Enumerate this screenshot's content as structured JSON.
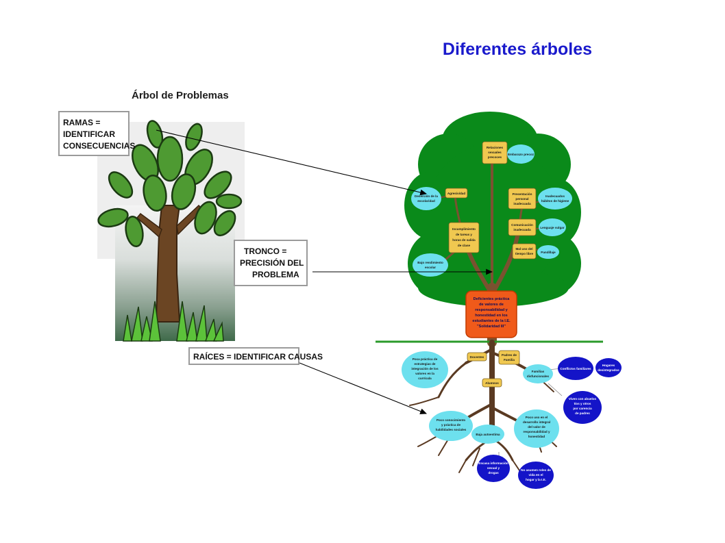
{
  "title": "Diferentes árboles",
  "left_tree": {
    "heading": "Árbol de Problemas",
    "ramas": [
      "RAMAS =",
      "IDENTIFICAR",
      "CONSECUENCIAS"
    ],
    "tronco": [
      "TRONCO =",
      "PRECISIÓN DEL",
      "PROBLEMA"
    ],
    "raices": "RAÍCES = IDENTIFICAR CAUSAS"
  },
  "right_tree": {
    "core": [
      "Deficientes práctica",
      "de valores de",
      "responsabilidad y",
      "honestidad en los",
      "estudiantes de la I.E.",
      "\"Solidaridad III\""
    ],
    "crown_nodes": [
      [
        "Relaciones",
        "sexuales",
        "precoces"
      ],
      [
        "Embarazo precoz"
      ],
      [
        "Agresividad"
      ],
      [
        "Deserción de la",
        "escolaridad"
      ],
      [
        "Presentación",
        "personal",
        "inadecuada"
      ],
      [
        "Inadecuados",
        "hábitos de higiene"
      ],
      [
        "Incumplimiento",
        "de tareas y",
        "horas de salida",
        "de clase"
      ],
      [
        "Comunicación",
        "inadecuada"
      ],
      [
        "Lenguaje vulgar"
      ],
      [
        "Mal uso del",
        "tiempo libre"
      ],
      [
        "Pandillaje"
      ],
      [
        "Bajo rendimiento",
        "escolar"
      ]
    ],
    "root_nodes": [
      [
        "Poca práctica de",
        "estrategias de",
        "integración de los",
        "valores en la",
        "currícula"
      ],
      [
        "Docentes"
      ],
      [
        "Padres de",
        "Familia"
      ],
      [
        "Familias",
        "disfuncionales"
      ],
      [
        "Conflictos familiares"
      ],
      [
        "Hogares",
        "desintegrados"
      ],
      [
        "Alumnos"
      ],
      [
        "Poco conocimiento",
        "y práctica de",
        "habilidades sociales"
      ],
      [
        "Baja autoestima"
      ],
      [
        "Poco uso en el",
        "desarrollo integral",
        "del valor de",
        "responsabilidad y",
        "honestidad"
      ],
      [
        "Viven con abuelos",
        "tíos y otros",
        "por carencia",
        "de padres"
      ],
      [
        "Escasa información",
        "sexual y",
        "drogas"
      ],
      [
        "No asumen roles de",
        "vida en el",
        "hogar y la I.E."
      ]
    ]
  }
}
